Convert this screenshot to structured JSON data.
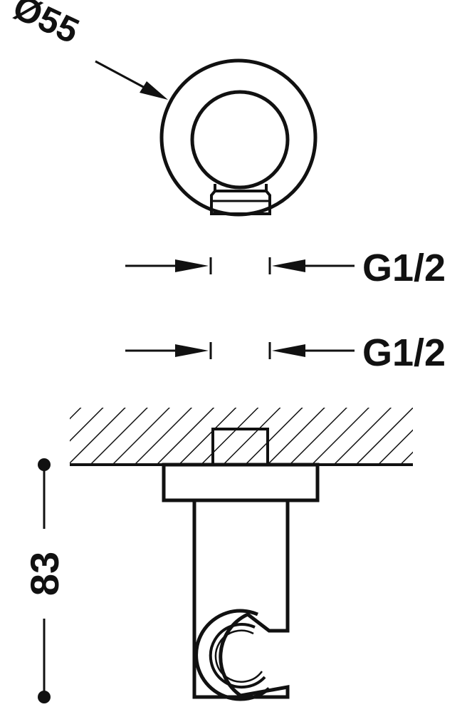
{
  "diagram": {
    "diameter_label": "Ø55",
    "inlet_thread_label": "G1/2",
    "outlet_thread_label": "G1/2",
    "height_label": "83"
  },
  "colors": {
    "ink": "#111111",
    "background": "#ffffff"
  }
}
